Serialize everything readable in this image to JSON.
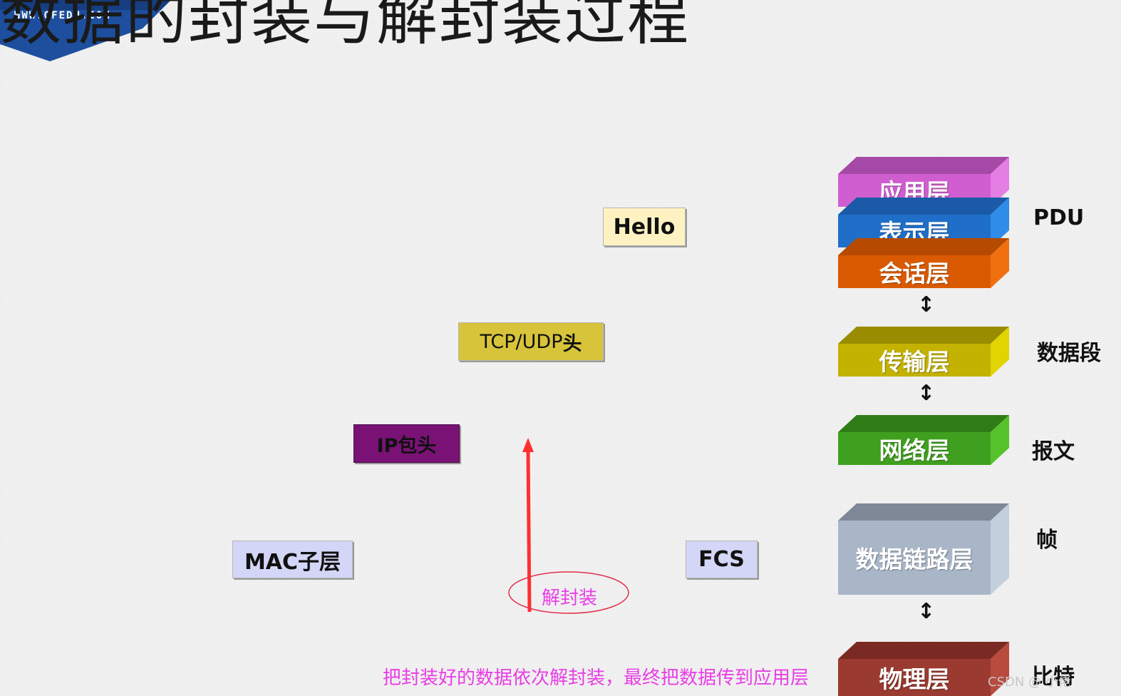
{
  "header": {
    "logo_url": "WWW.QFEDU.COM",
    "title": "数据的封装与解封装过程"
  },
  "data_units": {
    "hello": "Hello",
    "tcp_prefix": "TCP/UDP",
    "tcp_suffix": "头",
    "ip": "IP包头",
    "mac": "MAC子层",
    "fcs": "FCS"
  },
  "process": {
    "label": "解封装",
    "caption": "把封装好的数据依次解封装，最终把数据传到应用层"
  },
  "layers": [
    {
      "name": "应用层",
      "color": "#d15ed0"
    },
    {
      "name": "表示层",
      "color": "#1f6fc8"
    },
    {
      "name": "会话层",
      "color": "#d95a00"
    },
    {
      "name": "传输层",
      "color": "#c3b200"
    },
    {
      "name": "网络层",
      "color": "#3fa01f"
    },
    {
      "name": "数据链路层",
      "color": "#a9b6c8"
    },
    {
      "name": "物理层",
      "color": "#9b3a30"
    }
  ],
  "pdu_labels": {
    "pdu": "PDU",
    "segment": "数据段",
    "packet": "报文",
    "frame": "帧",
    "bit": "比特"
  },
  "arrows": {
    "updown": "↕"
  },
  "watermark": "CSDN @ 小佬"
}
